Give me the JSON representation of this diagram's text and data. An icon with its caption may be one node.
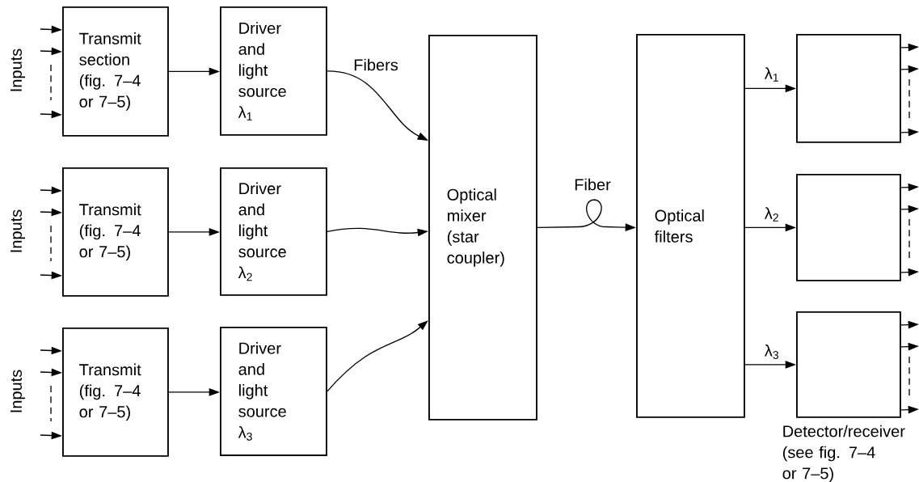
{
  "diagram": {
    "nodes": [
      {
        "text": [
          "Transmit section (fig. 7–4 or 7–5)"
        ]
      },
      {
        "text": [
          "Transmit (fig. 7–4 or 7–5)"
        ]
      },
      {
        "text": [
          "Transmit (fig. 7–4 or 7–5)"
        ]
      },
      {
        "text": [
          "Driver and light source λ$_{1}$"
        ]
      },
      {
        "text": [
          "Driver and light source λ$_{2}$"
        ]
      },
      {
        "text": [
          "Driver and light source λ$_{3}$"
        ]
      },
      {
        "text": [
          "Optical mixer (star coupler)"
        ]
      },
      {
        "text": [
          "Optical filters"
        ]
      },
      {
        "text": [],
        "shape": "box"
      },
      {
        "text": [],
        "shape": "box"
      },
      {
        "text": [],
        "shape": "box",
        "beside": [
          "Detector/receiver (see fig. 7–4 or 7–5)"
        ]
      }
    ],
    "edges": [
      {
        "from": null,
        "to": 0,
        "arrow": "to"
      },
      {
        "from": null,
        "to": 0,
        "arrow": "to"
      },
      {
        "from": null,
        "to": 0,
        "arrow": "to"
      },
      {
        "from": null,
        "to": 1,
        "arrow": "to"
      },
      {
        "from": null,
        "to": 1,
        "arrow": "to"
      },
      {
        "from": null,
        "to": 1,
        "arrow": "to"
      },
      {
        "from": null,
        "to": 2,
        "arrow": "to"
      },
      {
        "from": null,
        "to": 2,
        "arrow": "to"
      },
      {
        "from": null,
        "to": 2,
        "arrow": "to"
      },
      {
        "from": 0,
        "to": 3,
        "arrow": "to"
      },
      {
        "from": 1,
        "to": 4,
        "arrow": "to"
      },
      {
        "from": 2,
        "to": 5,
        "arrow": "to"
      },
      {
        "from": 3,
        "to": 6,
        "arrow": "to",
        "label": "Fibers"
      },
      {
        "from": 4,
        "to": 6,
        "arrow": "to"
      },
      {
        "from": 5,
        "to": 6,
        "arrow": "to"
      },
      {
        "from": 6,
        "to": 7,
        "arrow": "to",
        "label": "Fiber"
      },
      {
        "from": 7,
        "to": 8,
        "arrow": "to",
        "label": "λ$_{1}$"
      },
      {
        "from": 7,
        "to": 9,
        "arrow": "to",
        "label": "λ$_{2}$"
      },
      {
        "from": 7,
        "to": 10,
        "arrow": "to",
        "label": "λ$_{3}$"
      },
      {
        "from": 8,
        "to": null,
        "arrow": "to"
      },
      {
        "from": 8,
        "to": null,
        "arrow": "to"
      },
      {
        "from": 8,
        "to": null,
        "arrow": "to"
      },
      {
        "from": 9,
        "to": null,
        "arrow": "to"
      },
      {
        "from": 9,
        "to": null,
        "arrow": "to"
      },
      {
        "from": 9,
        "to": null,
        "arrow": "to"
      },
      {
        "from": 10,
        "to": null,
        "arrow": "to"
      },
      {
        "from": 10,
        "to": null,
        "arrow": "to"
      },
      {
        "from": 10,
        "to": null,
        "arrow": "to"
      }
    ],
    "labels": [
      "Inputs",
      "Inputs",
      "Inputs"
    ]
  }
}
